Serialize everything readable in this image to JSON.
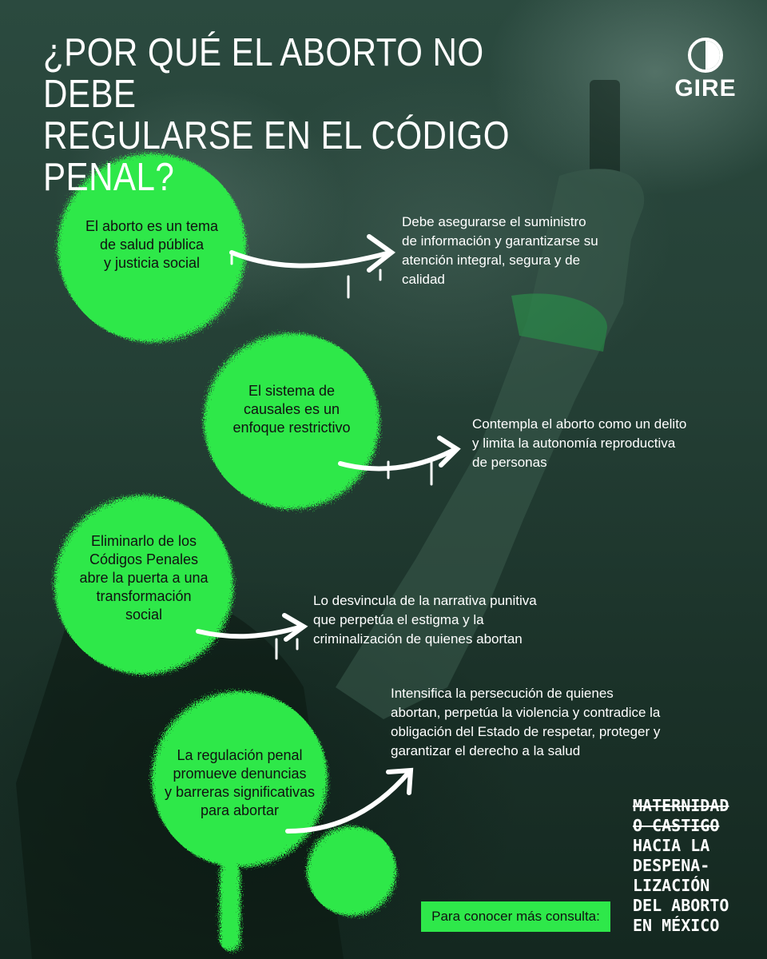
{
  "header": {
    "title_line1": "¿POR QUÉ EL ABORTO NO DEBE",
    "title_line2": "REGULARSE EN EL CÓDIGO PENAL?",
    "brand": "GIRE"
  },
  "items": [
    {
      "circle_lines": [
        "El aborto es un tema",
        "de salud pública",
        "y justicia social"
      ],
      "desc_lines": [
        "Debe asegurarse el suministro",
        "de información y garantizarse su",
        "atención integral, segura y de",
        "calidad"
      ]
    },
    {
      "circle_lines": [
        "El sistema de",
        "causales es un",
        "enfoque restrictivo"
      ],
      "desc_lines": [
        "Contempla el aborto como un delito",
        "y limita la autonomía reproductiva",
        "de personas"
      ]
    },
    {
      "circle_lines": [
        "Eliminarlo de los",
        "Códigos Penales",
        "abre la puerta a una",
        "transformación",
        "social"
      ],
      "desc_lines": [
        "Lo desvincula de la narrativa punitiva",
        "que perpetúa el estigma y la",
        "criminalización de quienes abortan"
      ]
    },
    {
      "circle_lines": [
        "La regulación penal",
        "promueve denuncias",
        "y barreras significativas",
        "para abortar"
      ],
      "desc_lines": [
        "Intensifica la persecución de quienes",
        "abortan, perpetúa la violencia y contradice la",
        "obligación del Estado de respetar, proteger y",
        "garantizar el derecho a la salud"
      ]
    }
  ],
  "campaign": {
    "struck_lines": [
      "MATERNIDAD",
      "O CASTIGO"
    ],
    "lines": [
      "HACIA LA",
      "DESPENA-",
      "LIZACIÓN",
      "DEL ABORTO",
      "EN MÉXICO"
    ]
  },
  "cta": {
    "label": "Para conocer más consulta:"
  },
  "colors": {
    "accent": "#2ee84a",
    "text_on_accent": "#111111",
    "text": "#ffffff"
  }
}
